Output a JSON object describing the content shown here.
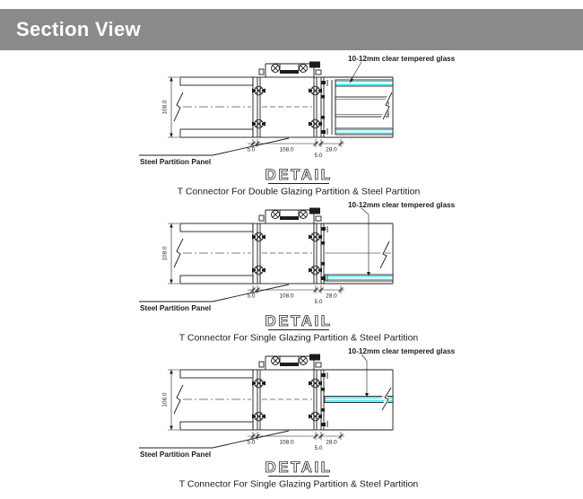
{
  "header": {
    "title": "Section View"
  },
  "colors": {
    "header_bg": "#8a8a8a",
    "header_text": "#ffffff",
    "line": "#1c1c1c",
    "glass": "#00e0e4",
    "hatch": "#4a4a4a"
  },
  "drawings": [
    {
      "glazing": "double",
      "glass_label": "10-12mm clear tempered glass",
      "panel_label": "Steel Partition Panel",
      "detail_label": "DETAIL",
      "caption": "T Connector For Double Glazing Partition & Steel Partition",
      "dims": {
        "height": "108.0",
        "offset_left": "5.0",
        "width": "108.0",
        "offset_right": "5.0",
        "glazing_width": "28.0"
      }
    },
    {
      "glazing": "single-bottom",
      "glass_label": "10-12mm clear tempered glass",
      "panel_label": "Steel Partition Panel",
      "detail_label": "DETAIL",
      "caption": "T Connector For Single Glazing Partition & Steel Partition",
      "dims": {
        "height": "108.0",
        "offset_left": "5.0",
        "width": "108.0",
        "offset_right": "5.0",
        "glazing_width": "28.0"
      }
    },
    {
      "glazing": "single-middle",
      "glass_label": "10-12mm clear tempered glass",
      "panel_label": "Steel Partition Panel",
      "detail_label": "DETAIL",
      "caption": "T Connector For Single Glazing Partition & Steel Partition",
      "dims": {
        "height": "108.0",
        "offset_left": "5.0",
        "width": "108.0",
        "offset_right": "5.0",
        "glazing_width": "28.0"
      }
    }
  ]
}
